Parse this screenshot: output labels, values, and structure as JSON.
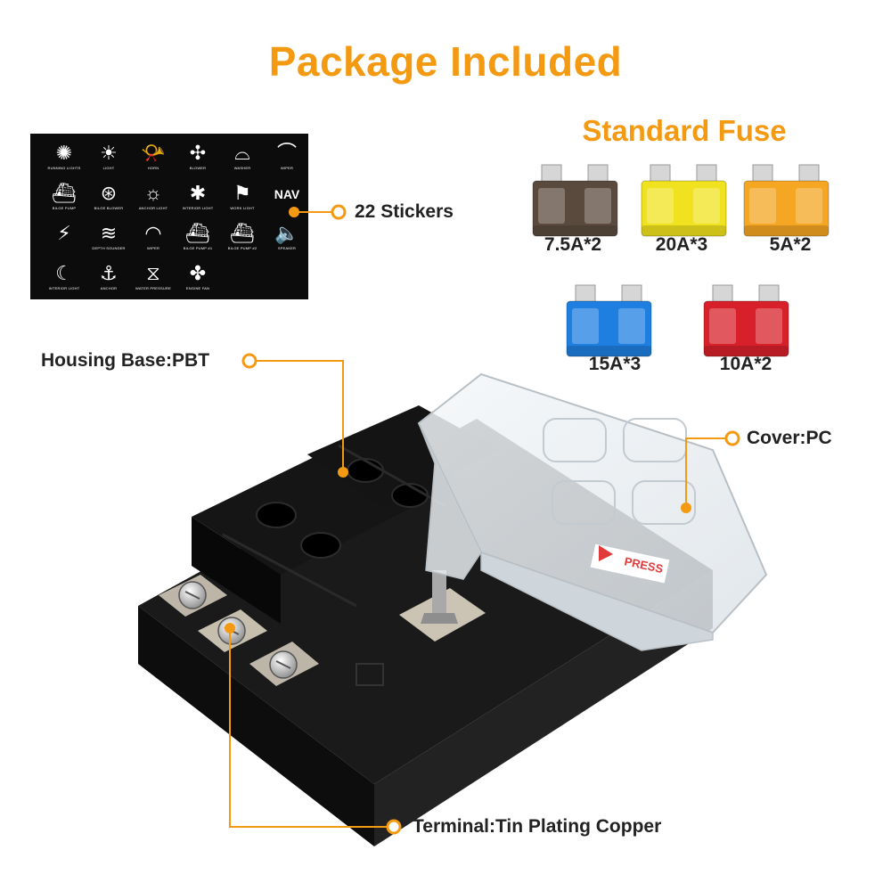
{
  "title": "Package Included",
  "standard_fuse": {
    "heading": "Standard Fuse",
    "fuses": [
      {
        "label": "7.5A*2",
        "color": "#5a4a3e"
      },
      {
        "label": "20A*3",
        "color": "#f0e21e"
      },
      {
        "label": "5A*2",
        "color": "#f5a623"
      },
      {
        "label": "15A*3",
        "color": "#1f7fe0"
      },
      {
        "label": "10A*2",
        "color": "#d8202a"
      }
    ]
  },
  "callouts": {
    "stickers": "22 Stickers",
    "housing": "Housing Base:PBT",
    "cover": "Cover:PC",
    "terminal": "Terminal:Tin Plating Copper"
  },
  "stickers": [
    {
      "icon": "running-lights-icon",
      "glyph": "✺",
      "caption": "RUNNING LIGHTS"
    },
    {
      "icon": "light-icon",
      "glyph": "☀",
      "caption": "LIGHT"
    },
    {
      "icon": "horn-icon",
      "glyph": "📯",
      "caption": "HORN"
    },
    {
      "icon": "blower-icon",
      "glyph": "✣",
      "caption": "BLOWER"
    },
    {
      "icon": "washer-icon",
      "glyph": "⌓",
      "caption": "WASHER"
    },
    {
      "icon": "wiper-icon",
      "glyph": "⌒",
      "caption": "WIPER"
    },
    {
      "icon": "bilge-pump-icon",
      "glyph": "⛴",
      "caption": "BILGE PUMP"
    },
    {
      "icon": "bilge-blower-icon",
      "glyph": "⊛",
      "caption": "BILGE BLOWER"
    },
    {
      "icon": "anchor-light-icon",
      "glyph": "☼",
      "caption": "ANCHOR LIGHT"
    },
    {
      "icon": "interior-light-icon",
      "glyph": "✱",
      "caption": "INTERIOR LIGHT"
    },
    {
      "icon": "work-light-icon",
      "glyph": "⚑",
      "caption": "WORK LIGHT"
    },
    {
      "icon": "nav-icon",
      "glyph": "NAV",
      "caption": ""
    },
    {
      "icon": "antenna-icon",
      "glyph": "⚡",
      "caption": ""
    },
    {
      "icon": "depth-sounder-icon",
      "glyph": "≋",
      "caption": "DEPTH SOUNDER"
    },
    {
      "icon": "wiper-icon",
      "glyph": "◠",
      "caption": "WIPER"
    },
    {
      "icon": "bilge-pump-1-icon",
      "glyph": "⛴",
      "caption": "BILGE PUMP #1"
    },
    {
      "icon": "bilge-pump-2-icon",
      "glyph": "⛴",
      "caption": "BILGE PUMP #2"
    },
    {
      "icon": "speaker-icon",
      "glyph": "🔈",
      "caption": "SPEAKER"
    },
    {
      "icon": "interior-light-icon",
      "glyph": "☾",
      "caption": "INTERIOR LIGHT"
    },
    {
      "icon": "anchor-icon",
      "glyph": "⚓",
      "caption": "ANCHOR"
    },
    {
      "icon": "water-pressure-icon",
      "glyph": "⧖",
      "caption": "WATER PRESSURE"
    },
    {
      "icon": "engine-fan-icon",
      "glyph": "✤",
      "caption": "ENGINE FAN"
    }
  ],
  "cover_marking": "PRESS",
  "accent_color": "#f39a12"
}
